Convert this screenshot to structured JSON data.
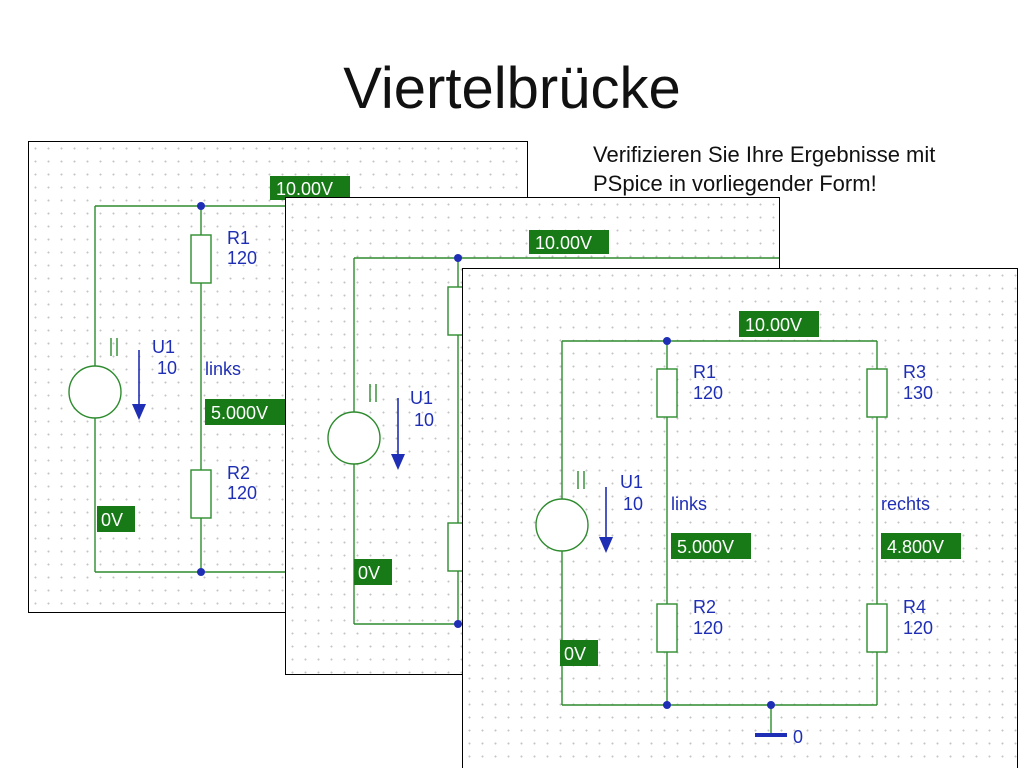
{
  "slide": {
    "title": "Viertelbrücke",
    "note_line1": "Verifizieren Sie Ihre Ergebnisse mit",
    "note_line2": "PSpice in vorliegender Form!"
  },
  "panel1": {
    "top_voltage": "10.00V",
    "mid_voltage": "5.000V",
    "bottom_voltage": "0V",
    "source_name": "U1",
    "source_value": "10",
    "r1_name": "R1",
    "r1_value": "120",
    "r2_name": "R2",
    "r2_value": "120",
    "node_label": "links"
  },
  "panel2": {
    "top_voltage": "10.00V",
    "bottom_voltage": "0V",
    "source_name": "U1",
    "source_value": "10"
  },
  "panel3": {
    "top_voltage": "10.00V",
    "left_voltage": "5.000V",
    "right_voltage": "4.800V",
    "bottom_voltage": "0V",
    "source_name": "U1",
    "source_value": "10",
    "r1_name": "R1",
    "r1_value": "120",
    "r2_name": "R2",
    "r2_value": "120",
    "r3_name": "R3",
    "r3_value": "130",
    "r4_name": "R4",
    "r4_value": "120",
    "left_label": "links",
    "right_label": "rechts",
    "ground_label": "0"
  },
  "colors": {
    "wire": "#2e8b2e",
    "label": "#1f2fb5",
    "voltage_marker": "#177a17"
  }
}
